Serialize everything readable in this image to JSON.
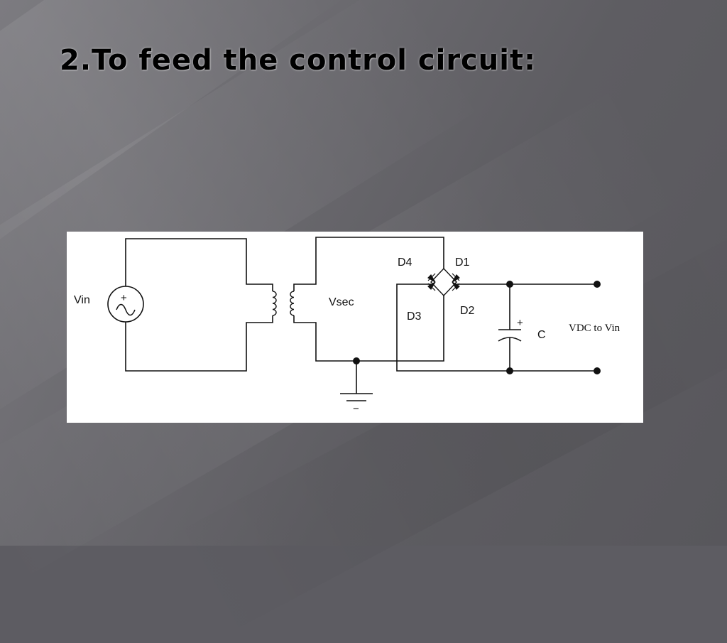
{
  "slide": {
    "title": "2.To feed the control circuit:"
  },
  "diagram": {
    "labels": {
      "source": "Vin",
      "secondary": "Vsec",
      "diode_top_left": "D4",
      "diode_top_right": "D1",
      "diode_bottom_left": "D3",
      "diode_bottom_right": "D2",
      "capacitor": "C",
      "output": "VDC to Vin",
      "source_plus": "+",
      "capacitor_plus": "+",
      "ground_minus": "−"
    },
    "icons": [
      "ac-voltage-source-icon",
      "transformer-icon",
      "bridge-rectifier-icon",
      "capacitor-icon",
      "ground-icon",
      "output-terminal-icon"
    ],
    "colors": {
      "wire": "#111111",
      "panel_background": "#ffffff"
    }
  },
  "theme": {
    "background": "#5d5c62",
    "title_color": "#000000"
  }
}
